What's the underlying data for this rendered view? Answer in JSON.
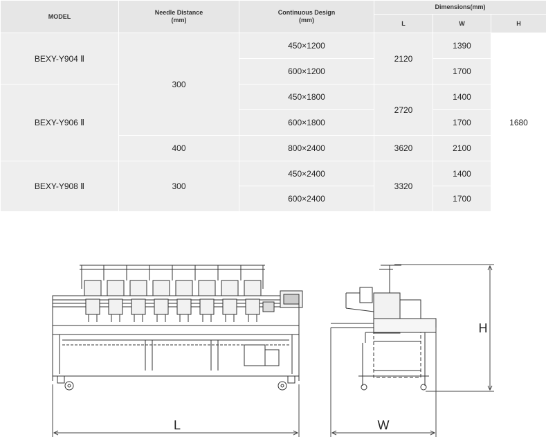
{
  "table": {
    "headers": {
      "model": "MODEL",
      "needle_distance": "Needle Distance",
      "needle_distance_unit": "(mm)",
      "continuous_design": "Continuous Design",
      "continuous_design_unit": "(mm)",
      "dimensions": "Dimensions(mm)",
      "l": "L",
      "w": "W",
      "h": "H"
    },
    "models": [
      "BEXY-Y904 Ⅱ",
      "BEXY-Y906 Ⅱ",
      "BEXY-Y908 Ⅱ"
    ],
    "needle_distances": [
      "300",
      "400",
      "300"
    ],
    "designs": [
      "450×1200",
      "600×1200",
      "450×1800",
      "600×1800",
      "800×2400",
      "450×2400",
      "600×2400"
    ],
    "lengths": [
      "2120",
      "2720",
      "3620",
      "3320"
    ],
    "widths": [
      "1390",
      "1700",
      "1400",
      "1700",
      "2100",
      "1400",
      "1700"
    ],
    "height": "1680"
  },
  "diagram": {
    "label_l": "L",
    "label_w": "W",
    "label_h": "H"
  }
}
